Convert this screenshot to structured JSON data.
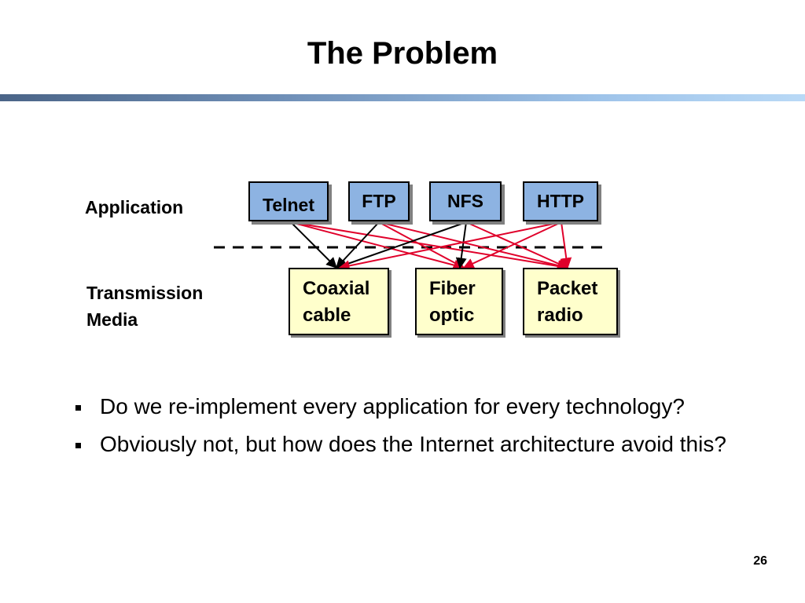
{
  "slide": {
    "title": "The Problem",
    "page_number": "26"
  },
  "diagram": {
    "layer_labels": {
      "application": "Application",
      "media_line1": "Transmission",
      "media_line2": "Media"
    },
    "applications": [
      {
        "id": "telnet",
        "label": "Telnet"
      },
      {
        "id": "ftp",
        "label": "FTP"
      },
      {
        "id": "nfs",
        "label": "NFS"
      },
      {
        "id": "http",
        "label": "HTTP"
      }
    ],
    "media": [
      {
        "id": "coax",
        "line1": "Coaxial",
        "line2": "cable"
      },
      {
        "id": "fiber",
        "line1": "Fiber",
        "line2": "optic"
      },
      {
        "id": "radio",
        "line1": "Packet",
        "line2": "radio"
      }
    ],
    "link_colors": {
      "black": "#000000",
      "red": "#e0002a"
    },
    "links": [
      {
        "from": "telnet",
        "to": "coax",
        "color": "black"
      },
      {
        "from": "telnet",
        "to": "fiber",
        "color": "red"
      },
      {
        "from": "telnet",
        "to": "radio",
        "color": "red"
      },
      {
        "from": "ftp",
        "to": "coax",
        "color": "black"
      },
      {
        "from": "ftp",
        "to": "fiber",
        "color": "red"
      },
      {
        "from": "ftp",
        "to": "radio",
        "color": "red"
      },
      {
        "from": "nfs",
        "to": "coax",
        "color": "black"
      },
      {
        "from": "nfs",
        "to": "fiber",
        "color": "black"
      },
      {
        "from": "nfs",
        "to": "radio",
        "color": "red"
      },
      {
        "from": "http",
        "to": "coax",
        "color": "red"
      },
      {
        "from": "http",
        "to": "fiber",
        "color": "red"
      },
      {
        "from": "http",
        "to": "radio",
        "color": "red"
      }
    ]
  },
  "bullets": [
    "Do we re-implement every application for every technology?",
    "Obviously not, but how does the Internet architecture avoid this?"
  ]
}
